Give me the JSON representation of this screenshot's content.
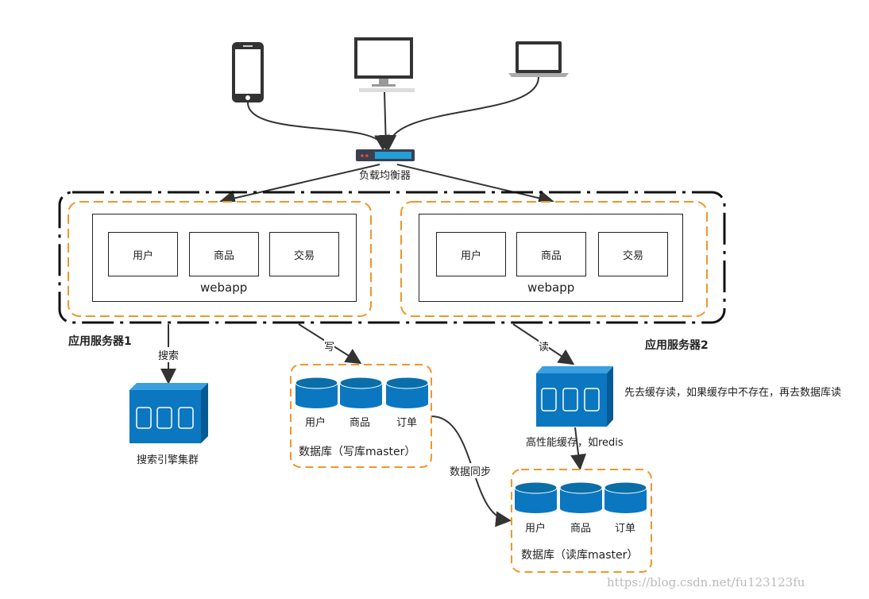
{
  "load_balancer": {
    "label": "负载均衡器"
  },
  "servers": [
    {
      "label": "应用服务器1",
      "webapp": "webapp",
      "modules": [
        "用户",
        "商品",
        "交易"
      ]
    },
    {
      "label": "应用服务器2",
      "webapp": "webapp",
      "modules": [
        "用户",
        "商品",
        "交易"
      ]
    }
  ],
  "edges": {
    "search": "搜索",
    "write": "写",
    "read": "读",
    "sync": "数据同步"
  },
  "search_cluster": {
    "label": "搜索引擎集群"
  },
  "write_db": {
    "label": "数据库（写库master）",
    "tables": [
      "用户",
      "商品",
      "订单"
    ]
  },
  "read_db": {
    "label": "数据库（读库master）",
    "tables": [
      "用户",
      "商品",
      "订单"
    ]
  },
  "cache": {
    "label": "高性能缓存，如redis",
    "note": "先去缓存读，如果缓存中不存在，再去数据库读"
  },
  "watermark": "https://blog.csdn.net/fu123123fu",
  "colors": {
    "accent": "#f0962b",
    "storage": "#0b77c1",
    "db_top": "#0a6ea8",
    "line": "#333333"
  }
}
